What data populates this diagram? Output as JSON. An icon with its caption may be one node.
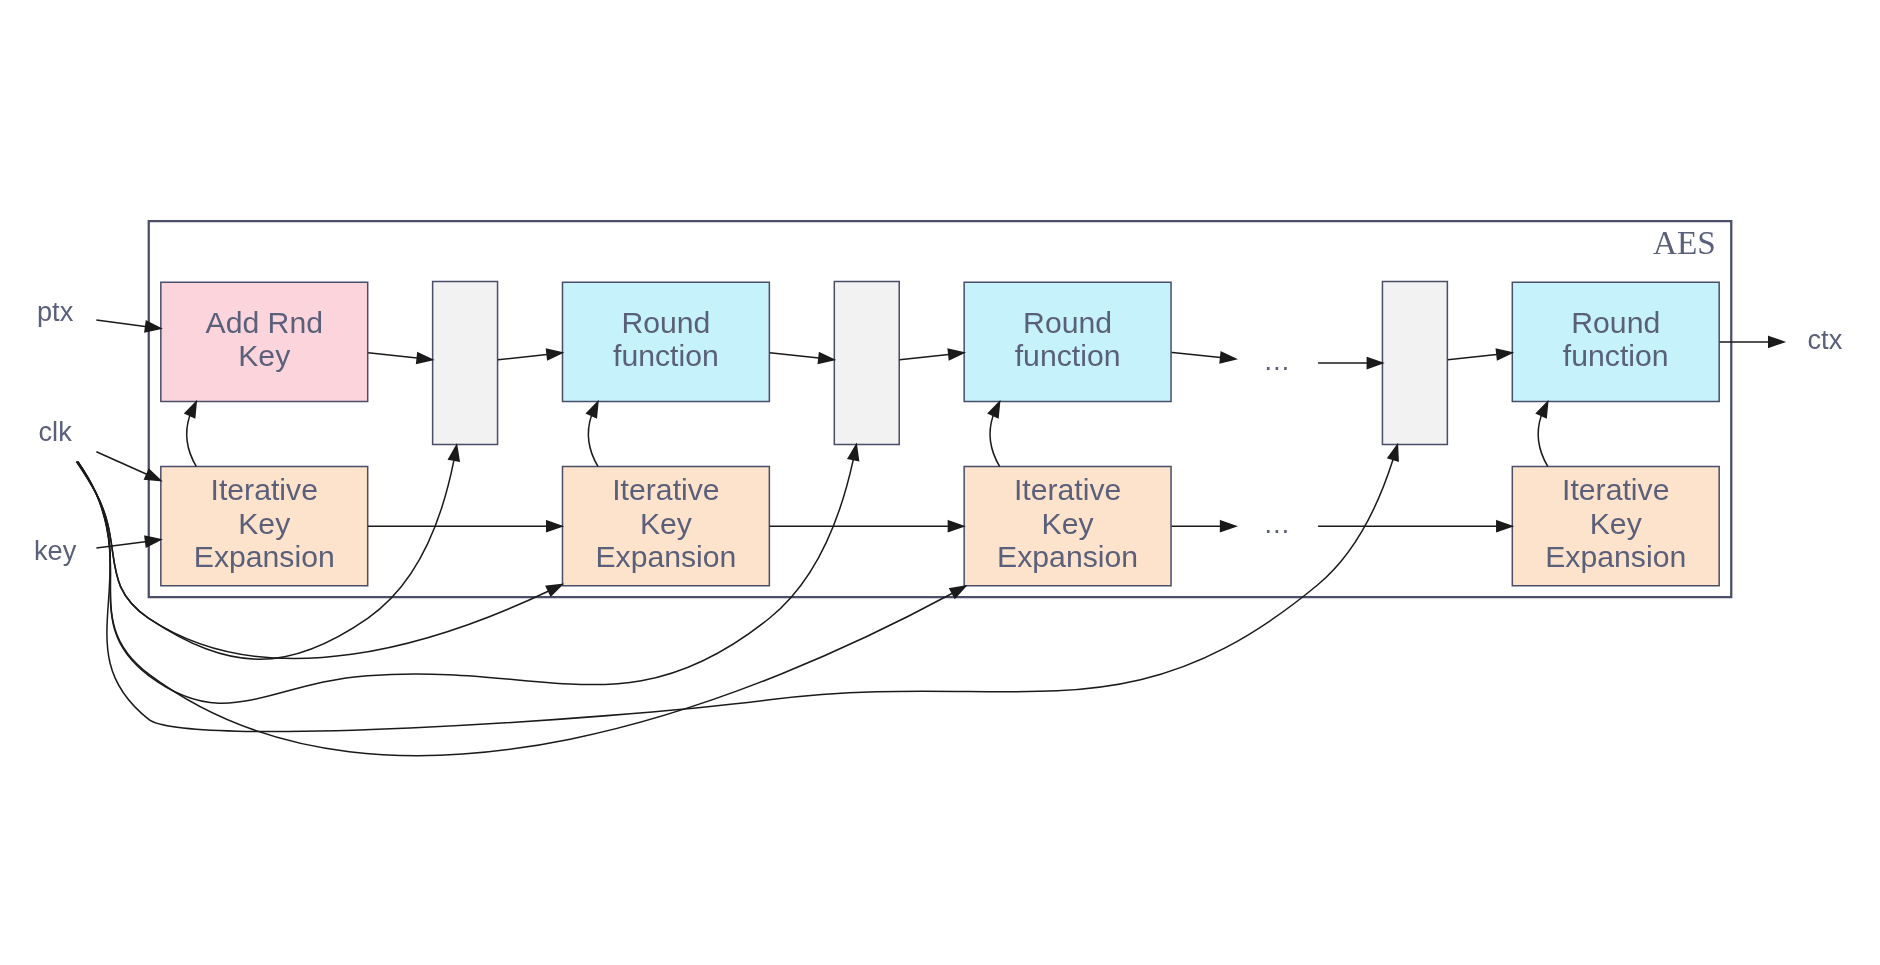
{
  "diagram": {
    "nodes": [
      {
        "text": [
          "AES"
        ]
      },
      {
        "text": [
          "key"
        ]
      },
      {
        "text": [
          "Iterative Key Expansion"
        ],
        "in": 0
      },
      {
        "text": [
          "Iterative Key Expansion"
        ],
        "in": 0
      },
      {
        "text": [
          "Iterative Key Expansion"
        ],
        "in": 0
      },
      {
        "text": [
          "…"
        ],
        "in": 0
      },
      {
        "text": [
          "Iterative Key Expansion"
        ],
        "in": 0
      },
      {
        "text": [
          "clk"
        ]
      },
      {
        "text": [
          "ptx"
        ]
      },
      {
        "text": [
          "Add Rnd Key"
        ],
        "in": 0
      },
      {
        "text": [],
        "shape": "box",
        "in": 0
      },
      {
        "text": [
          "Round function"
        ],
        "in": 0
      },
      {
        "text": [],
        "shape": "box",
        "in": 0
      },
      {
        "text": [
          "Round function"
        ],
        "in": 0
      },
      {
        "text": [
          "…"
        ],
        "in": 0
      },
      {
        "text": [],
        "shape": "box",
        "in": 0
      },
      {
        "text": [
          "Round function"
        ],
        "in": 0
      },
      {
        "text": [
          "ctx"
        ]
      }
    ],
    "edges": [
      {
        "from": 1,
        "to": 2,
        "arrow": "to"
      },
      {
        "from": 2,
        "to": 3,
        "arrow": "to"
      },
      {
        "from": 3,
        "to": 4,
        "arrow": "to"
      },
      {
        "from": 4,
        "to": 5,
        "arrow": "to"
      },
      {
        "from": 5,
        "to": 6,
        "arrow": "to"
      },
      {
        "from": 7,
        "to": 2,
        "arrow": "to"
      },
      {
        "from": 7,
        "to": 3,
        "arrow": "to"
      },
      {
        "from": 7,
        "to": 4,
        "arrow": "to"
      },
      {
        "from": 7,
        "to": 10,
        "arrow": "to"
      },
      {
        "from": 7,
        "to": 12,
        "arrow": "to"
      },
      {
        "from": 7,
        "to": 15,
        "arrow": "to"
      },
      {
        "from": 2,
        "to": 9,
        "arrow": "to"
      },
      {
        "from": 3,
        "to": 11,
        "arrow": "to"
      },
      {
        "from": 4,
        "to": 13,
        "arrow": "to"
      },
      {
        "from": 6,
        "to": 16,
        "arrow": "to"
      },
      {
        "from": 8,
        "to": 9,
        "arrow": "to"
      },
      {
        "from": 9,
        "to": 10,
        "arrow": "to"
      },
      {
        "from": 10,
        "to": 11,
        "arrow": "to"
      },
      {
        "from": 11,
        "to": 12,
        "arrow": "to"
      },
      {
        "from": 12,
        "to": 13,
        "arrow": "to"
      },
      {
        "from": 13,
        "to": 14,
        "arrow": "to"
      },
      {
        "from": 14,
        "to": 15,
        "arrow": "to"
      },
      {
        "from": 15,
        "to": 16,
        "arrow": "to"
      },
      {
        "from": 16,
        "to": 17,
        "arrow": "to"
      }
    ]
  }
}
